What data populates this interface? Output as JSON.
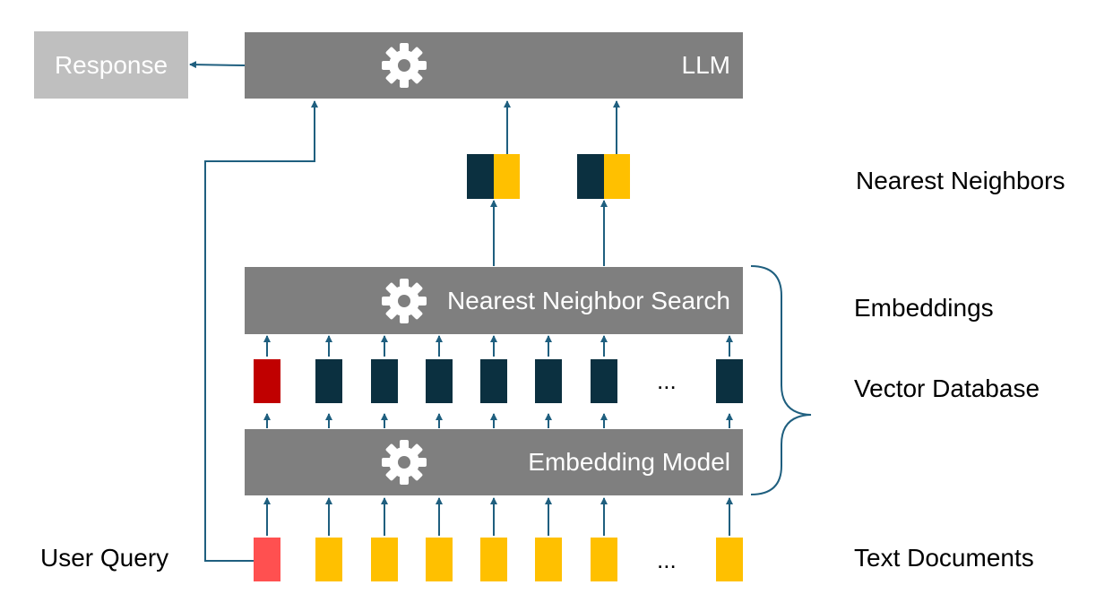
{
  "boxes": {
    "llm": "LLM",
    "search": "Nearest Neighbor Search",
    "embed": "Embedding Model",
    "response": "Response"
  },
  "labels": {
    "nearest_neighbors": "Nearest Neighbors",
    "embeddings": "Embeddings",
    "vector_database": "Vector Database",
    "text_documents": "Text Documents",
    "user_query": "User Query"
  },
  "ellipsis": "...",
  "colors": {
    "box": "#7f7f7f",
    "response": "#bfbfbf",
    "arrow": "#1f5f7f",
    "vector": "#0b3040",
    "doc": "#ffc000",
    "query_embedding": "#c00000",
    "query_doc": "#ff5050"
  }
}
